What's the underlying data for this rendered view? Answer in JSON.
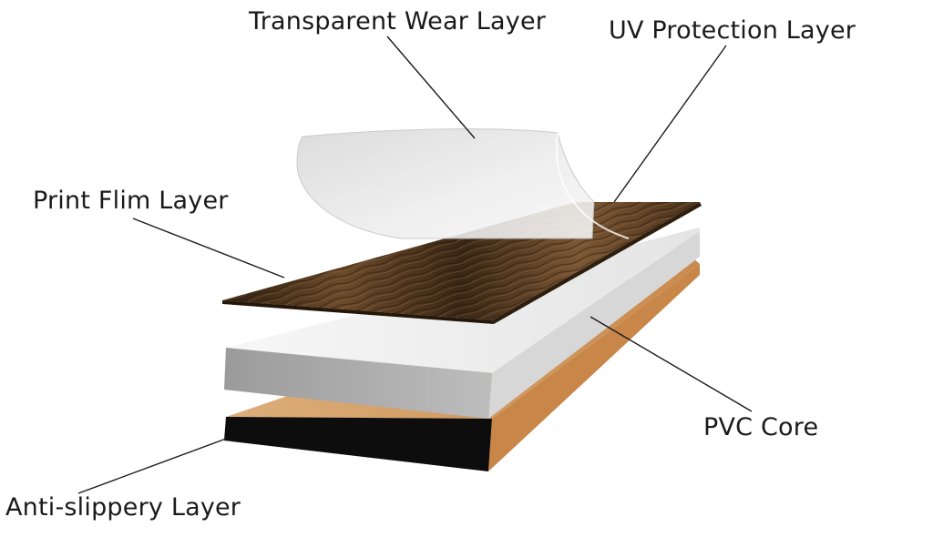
{
  "diagram": {
    "labels": {
      "transparent_wear": "Transparent Wear Layer",
      "uv_protection": "UV Protection Layer",
      "print_film": "Print Flim Layer",
      "pvc_core": "PVC Core",
      "anti_slippery": "Anti-slippery Layer"
    },
    "colors": {
      "wood_dark": "#3b2816",
      "wood_light": "#7a5632",
      "pvc_top": "#eeeeee",
      "pvc_front": "#a9a9a9",
      "pvc_side": "#d8d8d8",
      "backing_top": "#d8a56e",
      "backing_side": "#c98a4e",
      "backing_front": "#0c0c0c",
      "leader_line": "#1a1a1a"
    }
  }
}
